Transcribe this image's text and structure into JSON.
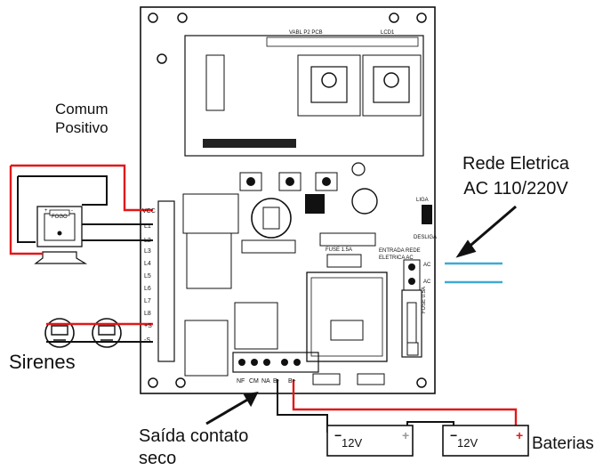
{
  "labels": {
    "comum_positivo": "Comum\nPositivo",
    "rede_eletrica": "Rede Eletrica\nAC 110/220V",
    "sirenes": "Sirenes",
    "saida_contato_seco": "Saída contato\nseco",
    "baterias": "Baterias",
    "battery_1": "12V",
    "battery_2": "12V",
    "fogo": "FOGO"
  },
  "board": {
    "pcb_title": "VABL  P2  PCB",
    "lcd": "LCD1",
    "fuse1": "FUSE 1.5A",
    "fuse2": "FUSE 0.5A",
    "entrada_rede": "ENTRADA REDE",
    "eletrica_ac": "ELETRICA AC",
    "liga": "LIGA",
    "desliga": "DESLIGA",
    "terminals_left": [
      "VCC",
      "L1",
      "L2",
      "L3",
      "L4",
      "L5",
      "L6",
      "L7",
      "L8",
      "+S",
      "-S"
    ],
    "terminals_bottom": [
      "NF",
      "CM",
      "NA",
      "B-",
      "B+"
    ],
    "ac_terminals": [
      "AC",
      "AC"
    ]
  },
  "colors": {
    "wire_red": "#e0191a",
    "wire_black": "#111111",
    "ac_line": "#3fa9d6"
  }
}
